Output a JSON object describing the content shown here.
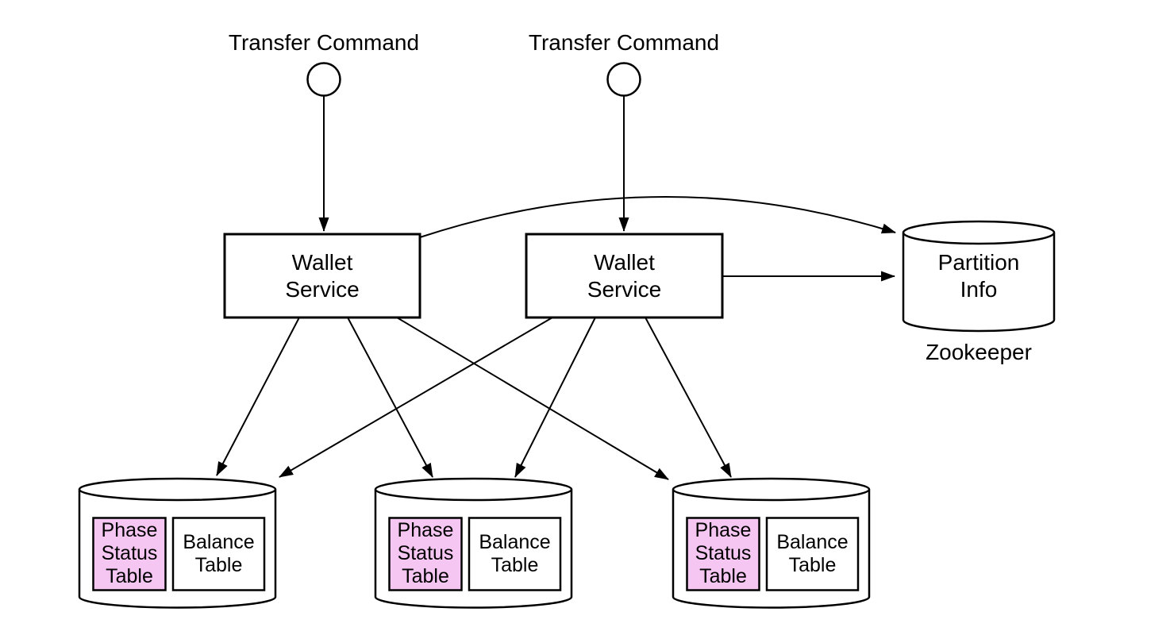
{
  "colors": {
    "background": "#ffffff",
    "line": "#000000",
    "node_fill": "#ffffff",
    "phase_status_fill": "#f6c6f3"
  },
  "nodes": {
    "transfer_command_1": {
      "label": "Transfer Command"
    },
    "transfer_command_2": {
      "label": "Transfer Command"
    },
    "wallet_service_1": {
      "label": "Wallet Service"
    },
    "wallet_service_2": {
      "label": "Wallet Service"
    },
    "zookeeper": {
      "label": "Partition Info",
      "caption": "Zookeeper"
    },
    "database_1": {
      "phase_status": "Phase Status Table",
      "balance": "Balance Table"
    },
    "database_2": {
      "phase_status": "Phase Status Table",
      "balance": "Balance Table"
    },
    "database_3": {
      "phase_status": "Phase Status Table",
      "balance": "Balance Table"
    }
  },
  "edges": [
    {
      "from": "transfer-command-1",
      "to": "wallet-service-1"
    },
    {
      "from": "transfer-command-2",
      "to": "wallet-service-2"
    },
    {
      "from": "wallet-service-1",
      "to": "database-1"
    },
    {
      "from": "wallet-service-1",
      "to": "database-2"
    },
    {
      "from": "wallet-service-1",
      "to": "database-3"
    },
    {
      "from": "wallet-service-2",
      "to": "database-1"
    },
    {
      "from": "wallet-service-2",
      "to": "database-2"
    },
    {
      "from": "wallet-service-2",
      "to": "database-3"
    },
    {
      "from": "wallet-service-1",
      "to": "zookeeper"
    },
    {
      "from": "wallet-service-2",
      "to": "zookeeper"
    }
  ]
}
